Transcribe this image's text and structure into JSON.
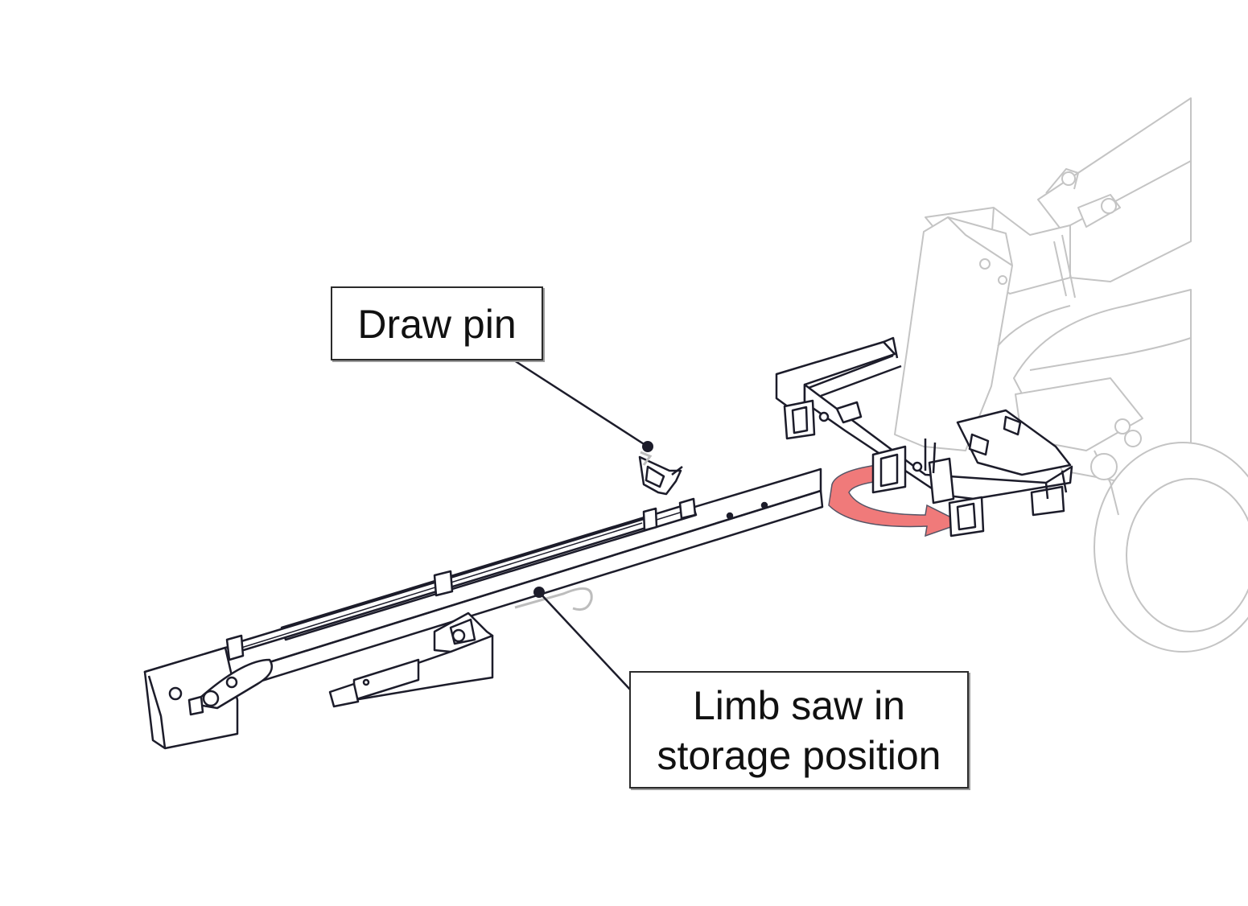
{
  "callouts": {
    "draw_pin": {
      "label": "Draw pin"
    },
    "limb_saw": {
      "line1": "Limb saw in",
      "line2": "storage position"
    }
  },
  "icons": {
    "rotation_arrow": "rotation-arrow-icon"
  },
  "colors": {
    "line_dark": "#1c1c2a",
    "line_faded": "#c4c4c4",
    "rotation_arrow": "#f07a7a"
  }
}
